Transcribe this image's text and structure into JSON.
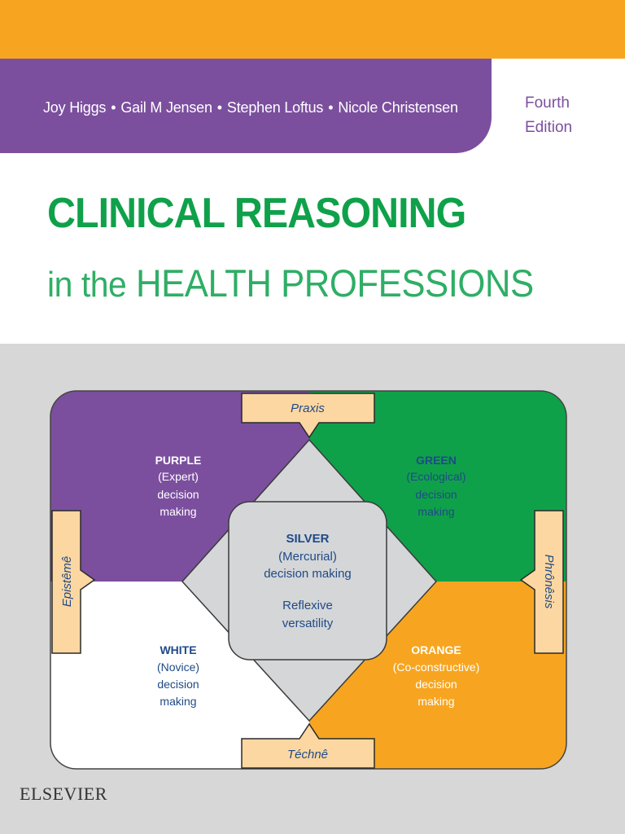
{
  "cover": {
    "authors": [
      "Joy Higgs",
      "Gail M Jensen",
      "Stephen Loftus",
      "Nicole Christensen"
    ],
    "author_separator": "•",
    "edition_line1": "Fourth",
    "edition_line2": "Edition",
    "title_line1": "CLINICAL REASONING",
    "title_line2_prefix": "in the",
    "title_line2_main": "HEALTH PROFESSIONS",
    "publisher": "ELSEVIER"
  },
  "diagram": {
    "arrows": {
      "top": "Praxis",
      "bottom": "Téchnê",
      "left": "Epistêmê",
      "right": "Phrônêsis"
    },
    "purple": {
      "title": "PURPLE",
      "line2": "(Expert)",
      "line3": "decision",
      "line4": "making"
    },
    "green": {
      "title": "GREEN",
      "line2": "(Ecological)",
      "line3": "decision",
      "line4": "making"
    },
    "white": {
      "title": "WHITE",
      "line2": "(Novice)",
      "line3": "decision",
      "line4": "making"
    },
    "orange": {
      "title": "ORANGE",
      "line2": "(Co-constructive)",
      "line3": "decision",
      "line4": "making"
    },
    "silver": {
      "title": "SILVER",
      "line2": "(Mercurial)",
      "line3": "decision making",
      "line4": "Reflexive",
      "line5": "versatility"
    }
  },
  "colors": {
    "orange": "#f7a520",
    "purple": "#7b4f9e",
    "green": "#0fa14a",
    "silver": "#d4d6d8",
    "arrow_fill": "#fcd7a2",
    "navy_text": "#1f4a86"
  }
}
